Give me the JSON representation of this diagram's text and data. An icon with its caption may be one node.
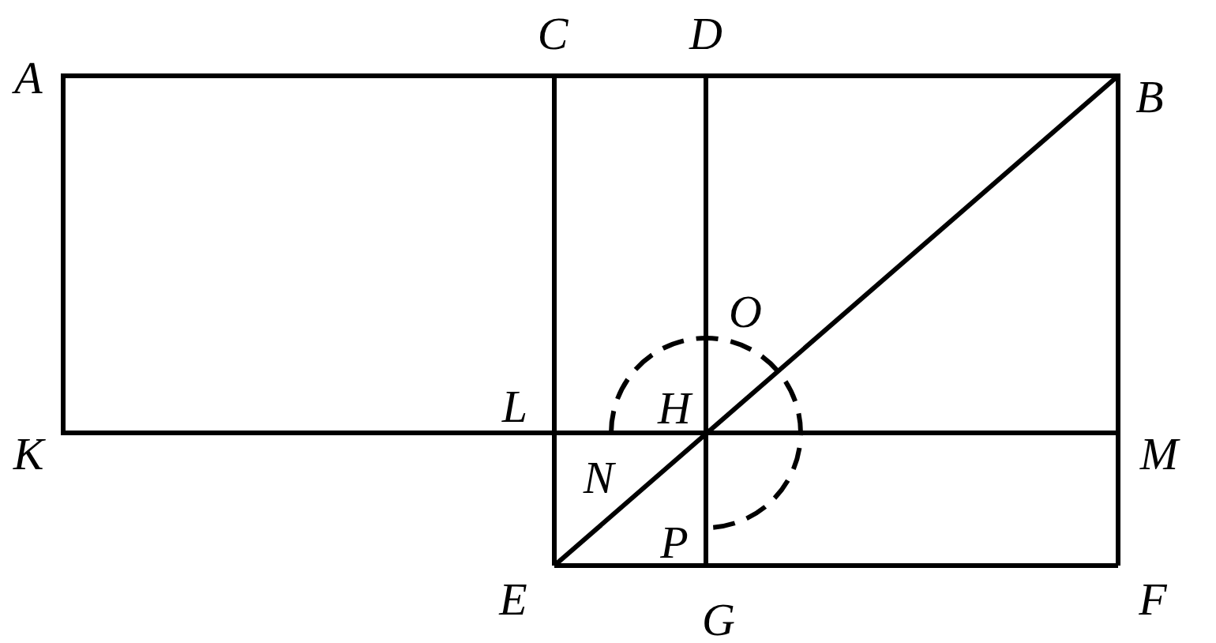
{
  "diagram": {
    "labels": [
      "A",
      "C",
      "D",
      "B",
      "O",
      "K",
      "L",
      "H",
      "M",
      "N",
      "P",
      "E",
      "F",
      "G"
    ]
  }
}
